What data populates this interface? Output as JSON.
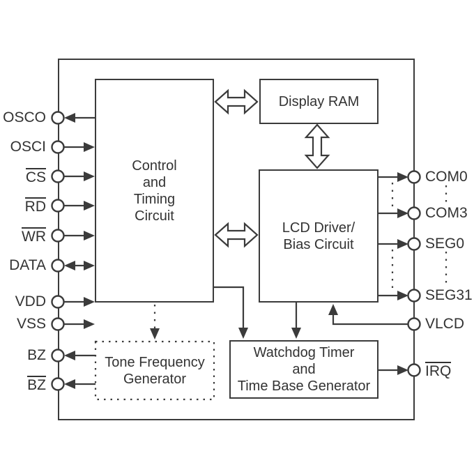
{
  "diagram_type": "ic-block-diagram",
  "blocks": {
    "control_timing": {
      "lines": [
        "Control",
        "and",
        "Timing",
        "Circuit"
      ]
    },
    "display_ram": {
      "lines": [
        "Display RAM"
      ]
    },
    "lcd_driver": {
      "lines": [
        "LCD Driver/",
        "Bias Circuit"
      ]
    },
    "watchdog": {
      "lines": [
        "Watchdog Timer",
        "and",
        "Time Base Generator"
      ]
    },
    "tone_generator": {
      "lines": [
        "Tone Frequency",
        "Generator"
      ]
    }
  },
  "pins": {
    "left": [
      {
        "label": "OSCO",
        "overline": false,
        "direction": "out"
      },
      {
        "label": "OSCI",
        "overline": false,
        "direction": "in"
      },
      {
        "label": "CS",
        "overline": true,
        "direction": "in"
      },
      {
        "label": "RD",
        "overline": true,
        "direction": "in"
      },
      {
        "label": "WR",
        "overline": true,
        "direction": "in"
      },
      {
        "label": "DATA",
        "overline": false,
        "direction": "bidirectional"
      },
      {
        "label": "VDD",
        "overline": false,
        "direction": "in"
      },
      {
        "label": "VSS",
        "overline": false,
        "direction": "in"
      },
      {
        "label": "BZ",
        "overline": false,
        "direction": "out"
      },
      {
        "label": "BZ",
        "overline": true,
        "direction": "out"
      }
    ],
    "right": [
      {
        "label": "COM0",
        "overline": false,
        "direction": "out"
      },
      {
        "label": "COM3",
        "overline": false,
        "direction": "out"
      },
      {
        "label": "SEG0",
        "overline": false,
        "direction": "out"
      },
      {
        "label": "SEG31",
        "overline": false,
        "direction": "out"
      },
      {
        "label": "VLCD",
        "overline": false,
        "direction": "in"
      },
      {
        "label": "IRQ",
        "overline": true,
        "direction": "out"
      }
    ]
  },
  "colors": {
    "line": "#3b3b3b",
    "text": "#333333",
    "background": "#ffffff"
  }
}
